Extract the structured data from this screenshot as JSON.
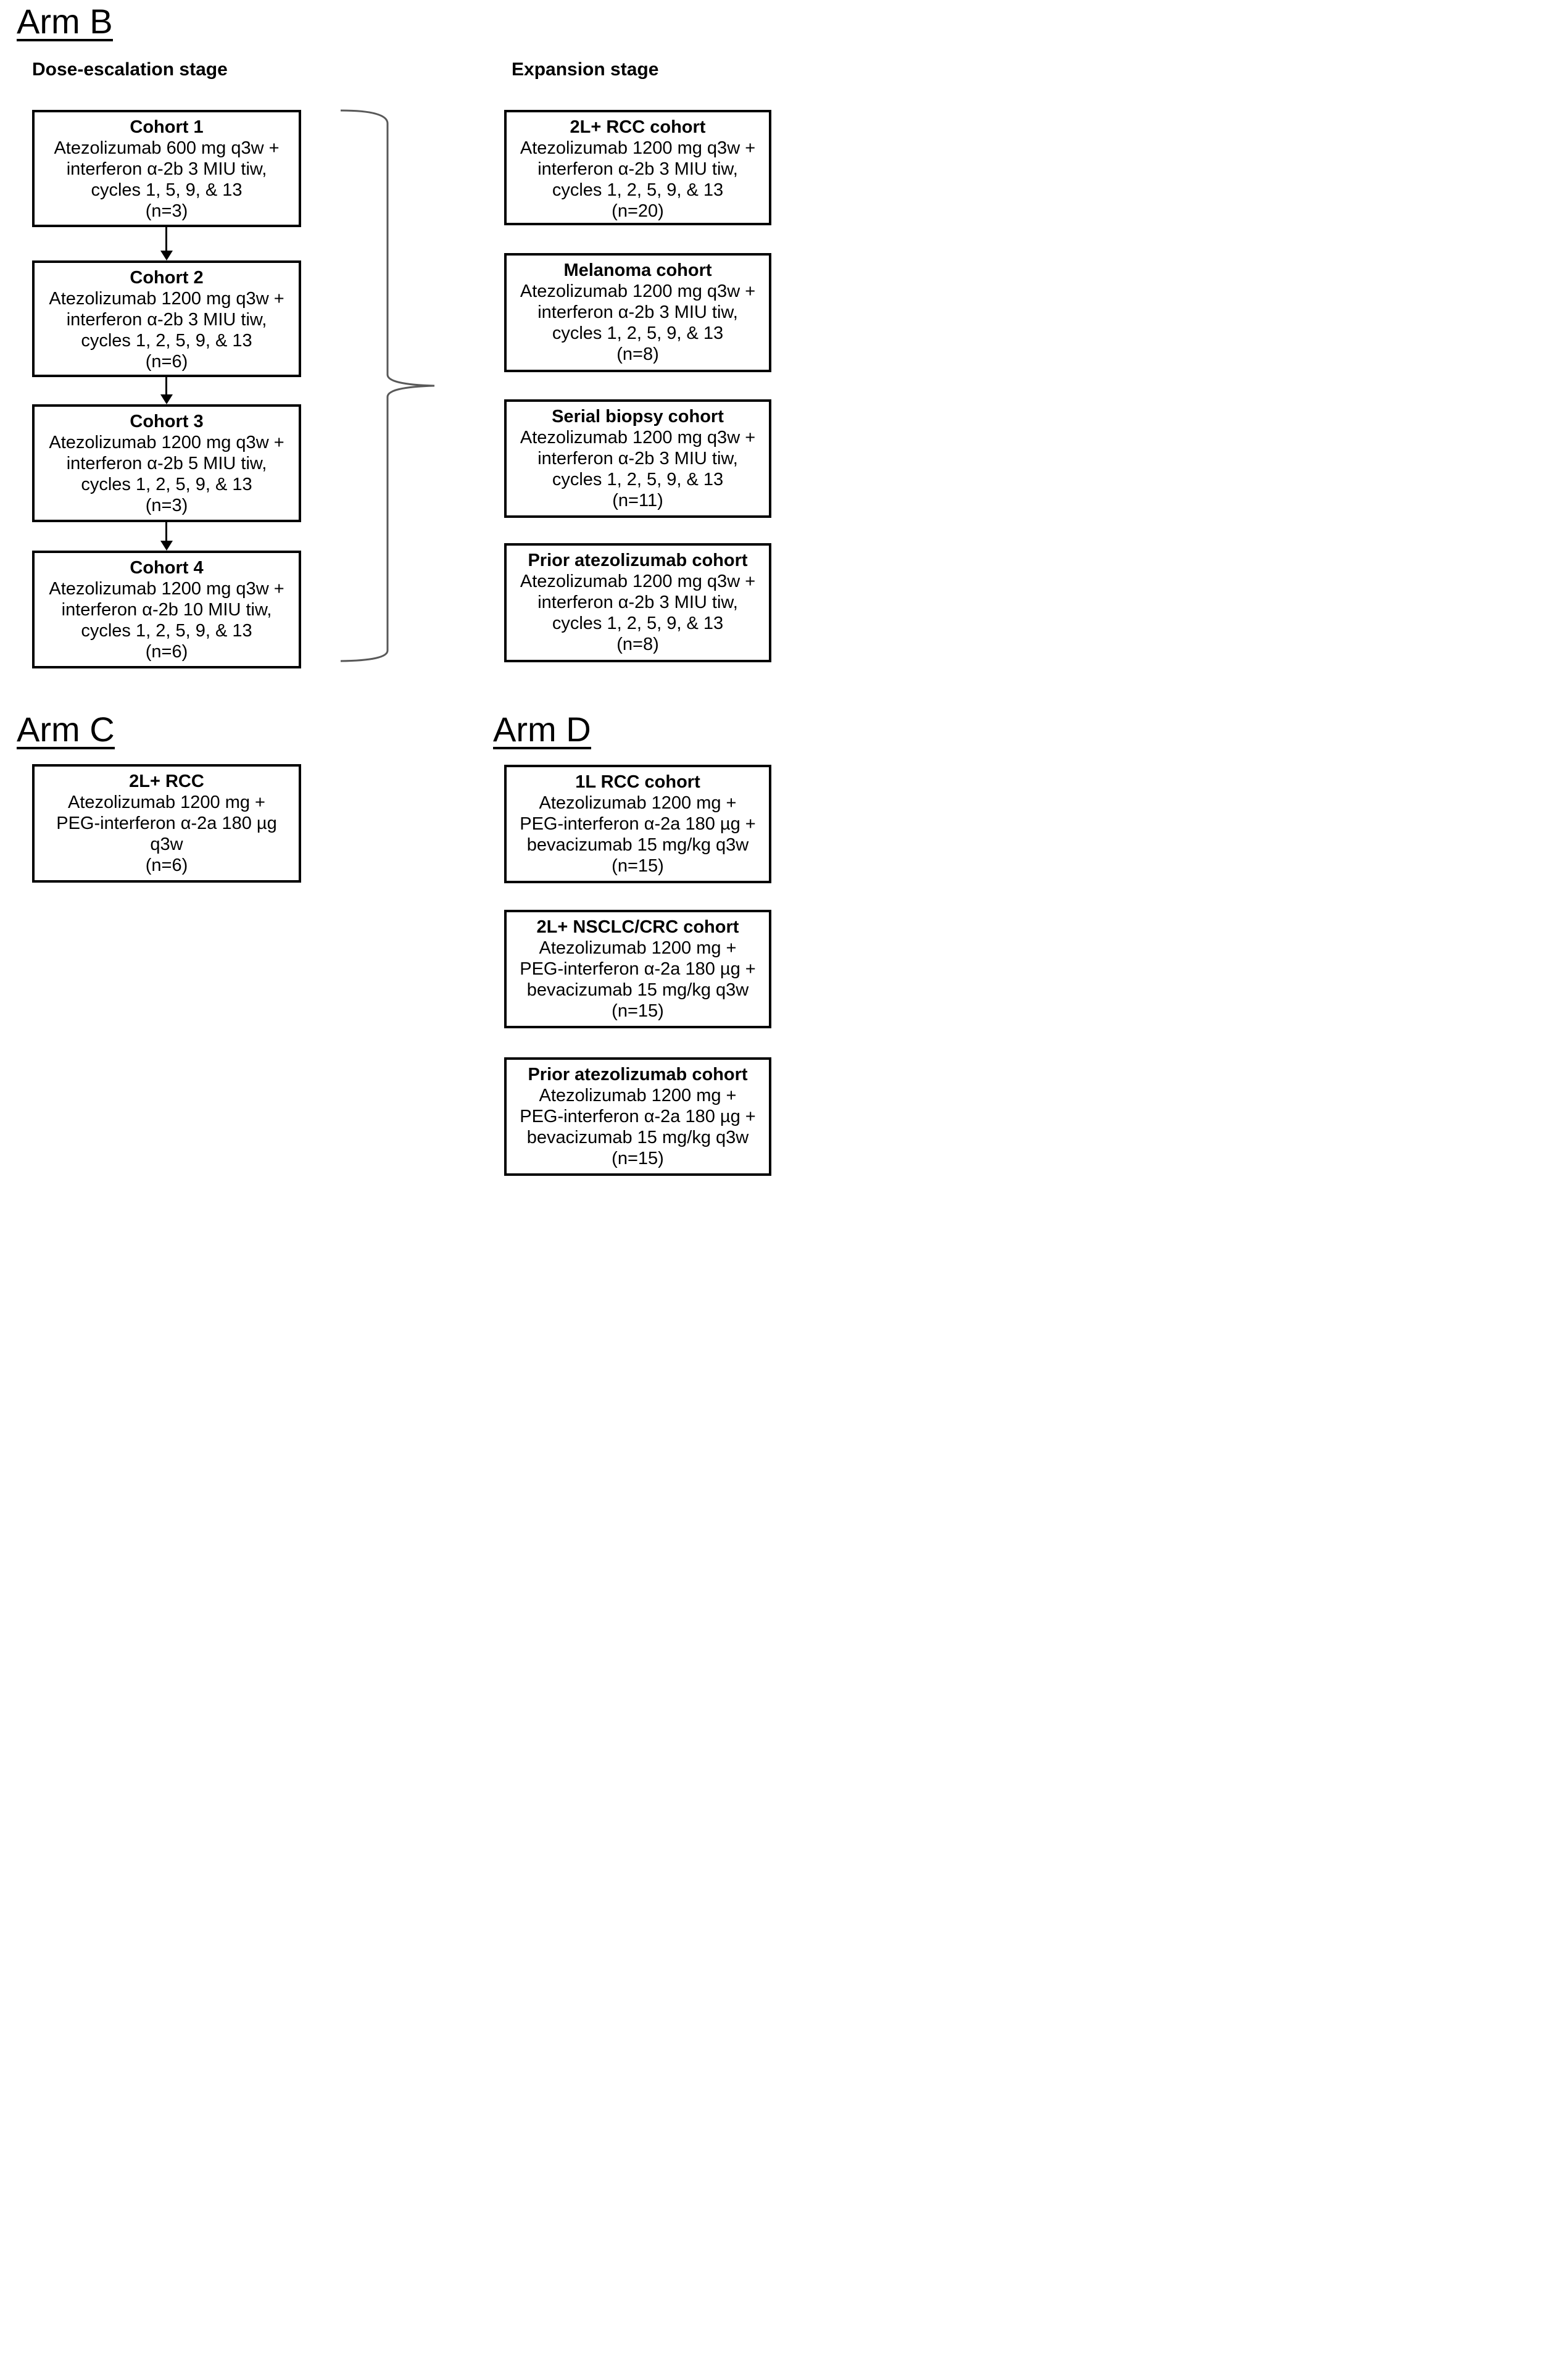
{
  "colors": {
    "background": "#ffffff",
    "text": "#000000",
    "box_border": "#000000",
    "brace": "#595959"
  },
  "arm_b": {
    "title": "Arm B",
    "left_stage_header": "Dose-escalation stage",
    "right_stage_header": "Expansion stage",
    "cohorts": [
      {
        "title": "Cohort 1",
        "lines": [
          "Atezolizumab 600 mg q3w +",
          "interferon α-2b 3 MIU tiw,",
          "cycles 1, 5, 9, & 13",
          "(n=3)"
        ]
      },
      {
        "title": "Cohort 2",
        "lines": [
          "Atezolizumab 1200 mg q3w +",
          "interferon α-2b 3 MIU tiw,",
          "cycles 1, 2, 5, 9, & 13",
          "(n=6)"
        ]
      },
      {
        "title": "Cohort 3",
        "lines": [
          "Atezolizumab 1200 mg q3w +",
          "interferon α-2b 5 MIU tiw,",
          "cycles 1, 2, 5, 9, & 13",
          "(n=3)"
        ]
      },
      {
        "title": "Cohort 4",
        "lines": [
          "Atezolizumab 1200 mg q3w +",
          "interferon α-2b 10 MIU tiw,",
          "cycles 1, 2, 5, 9, & 13",
          "(n=6)"
        ]
      }
    ],
    "expansion": [
      {
        "title": "2L+ RCC cohort",
        "lines": [
          "Atezolizumab 1200 mg q3w +",
          "interferon α-2b 3 MIU tiw,",
          "cycles 1, 2, 5, 9, & 13",
          "(n=20)"
        ]
      },
      {
        "title": "Melanoma cohort",
        "lines": [
          "Atezolizumab 1200 mg q3w +",
          "interferon α-2b 3 MIU tiw,",
          "cycles 1, 2, 5, 9, & 13",
          "(n=8)"
        ]
      },
      {
        "title": "Serial biopsy cohort",
        "lines": [
          "Atezolizumab 1200 mg q3w +",
          "interferon α-2b 3 MIU tiw,",
          "cycles 1, 2, 5, 9, & 13",
          "(n=11)"
        ]
      },
      {
        "title": "Prior atezolizumab cohort",
        "lines": [
          "Atezolizumab 1200 mg q3w +",
          "interferon α-2b 3 MIU tiw,",
          "cycles 1, 2, 5, 9, & 13",
          "(n=8)"
        ]
      }
    ]
  },
  "arm_c": {
    "title": "Arm C",
    "box": {
      "title": "2L+ RCC",
      "lines": [
        "Atezolizumab 1200 mg +",
        "PEG-interferon α-2a 180 µg",
        "q3w",
        "(n=6)"
      ]
    }
  },
  "arm_d": {
    "title": "Arm D",
    "boxes": [
      {
        "title": "1L RCC cohort",
        "lines": [
          "Atezolizumab 1200 mg +",
          "PEG-interferon α-2a 180 µg +",
          "bevacizumab 15 mg/kg q3w",
          "(n=15)"
        ]
      },
      {
        "title": "2L+ NSCLC/CRC cohort",
        "lines": [
          "Atezolizumab 1200 mg +",
          "PEG-interferon α-2a 180 µg +",
          "bevacizumab 15 mg/kg q3w",
          "(n=15)"
        ]
      },
      {
        "title": "Prior atezolizumab cohort",
        "lines": [
          "Atezolizumab 1200 mg +",
          "PEG-interferon α-2a 180 µg +",
          "bevacizumab 15 mg/kg q3w",
          "(n=15)"
        ]
      }
    ]
  }
}
